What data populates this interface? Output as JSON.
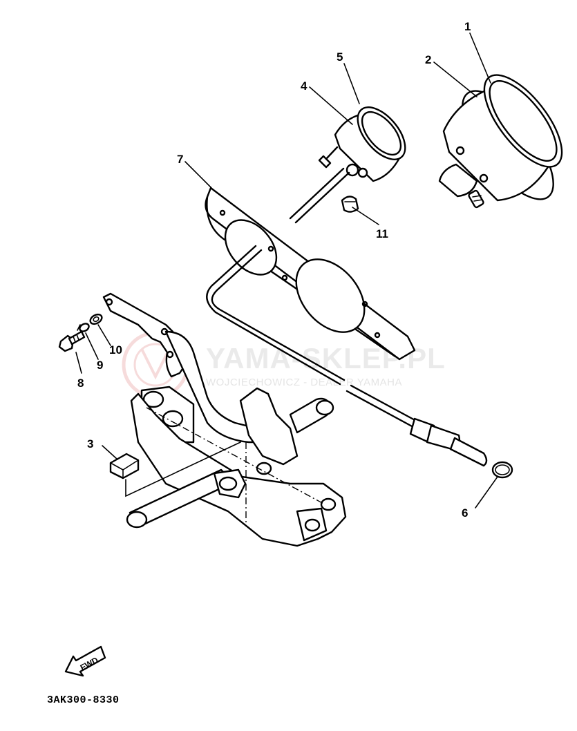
{
  "diagram": {
    "callouts": [
      {
        "id": "1",
        "label": "1"
      },
      {
        "id": "2",
        "label": "2"
      },
      {
        "id": "3",
        "label": "3"
      },
      {
        "id": "4",
        "label": "4"
      },
      {
        "id": "5",
        "label": "5"
      },
      {
        "id": "6",
        "label": "6"
      },
      {
        "id": "7",
        "label": "7"
      },
      {
        "id": "8",
        "label": "8"
      },
      {
        "id": "9",
        "label": "9"
      },
      {
        "id": "10",
        "label": "10"
      },
      {
        "id": "11",
        "label": "11"
      }
    ],
    "direction_badge": "FWD",
    "part_code": "3AK300-8330"
  },
  "watermark": {
    "brand": "YAMA-SKLEP.PL",
    "dealer": "WOJCIECHOWICZ - DEALER YAMAHA",
    "logo_icon": "yamaha-tuning-fork-logo"
  },
  "colors": {
    "line": "#000000",
    "background": "#ffffff",
    "watermark_text": "#d9d9d9",
    "watermark_logo": "#f2b8b8"
  }
}
